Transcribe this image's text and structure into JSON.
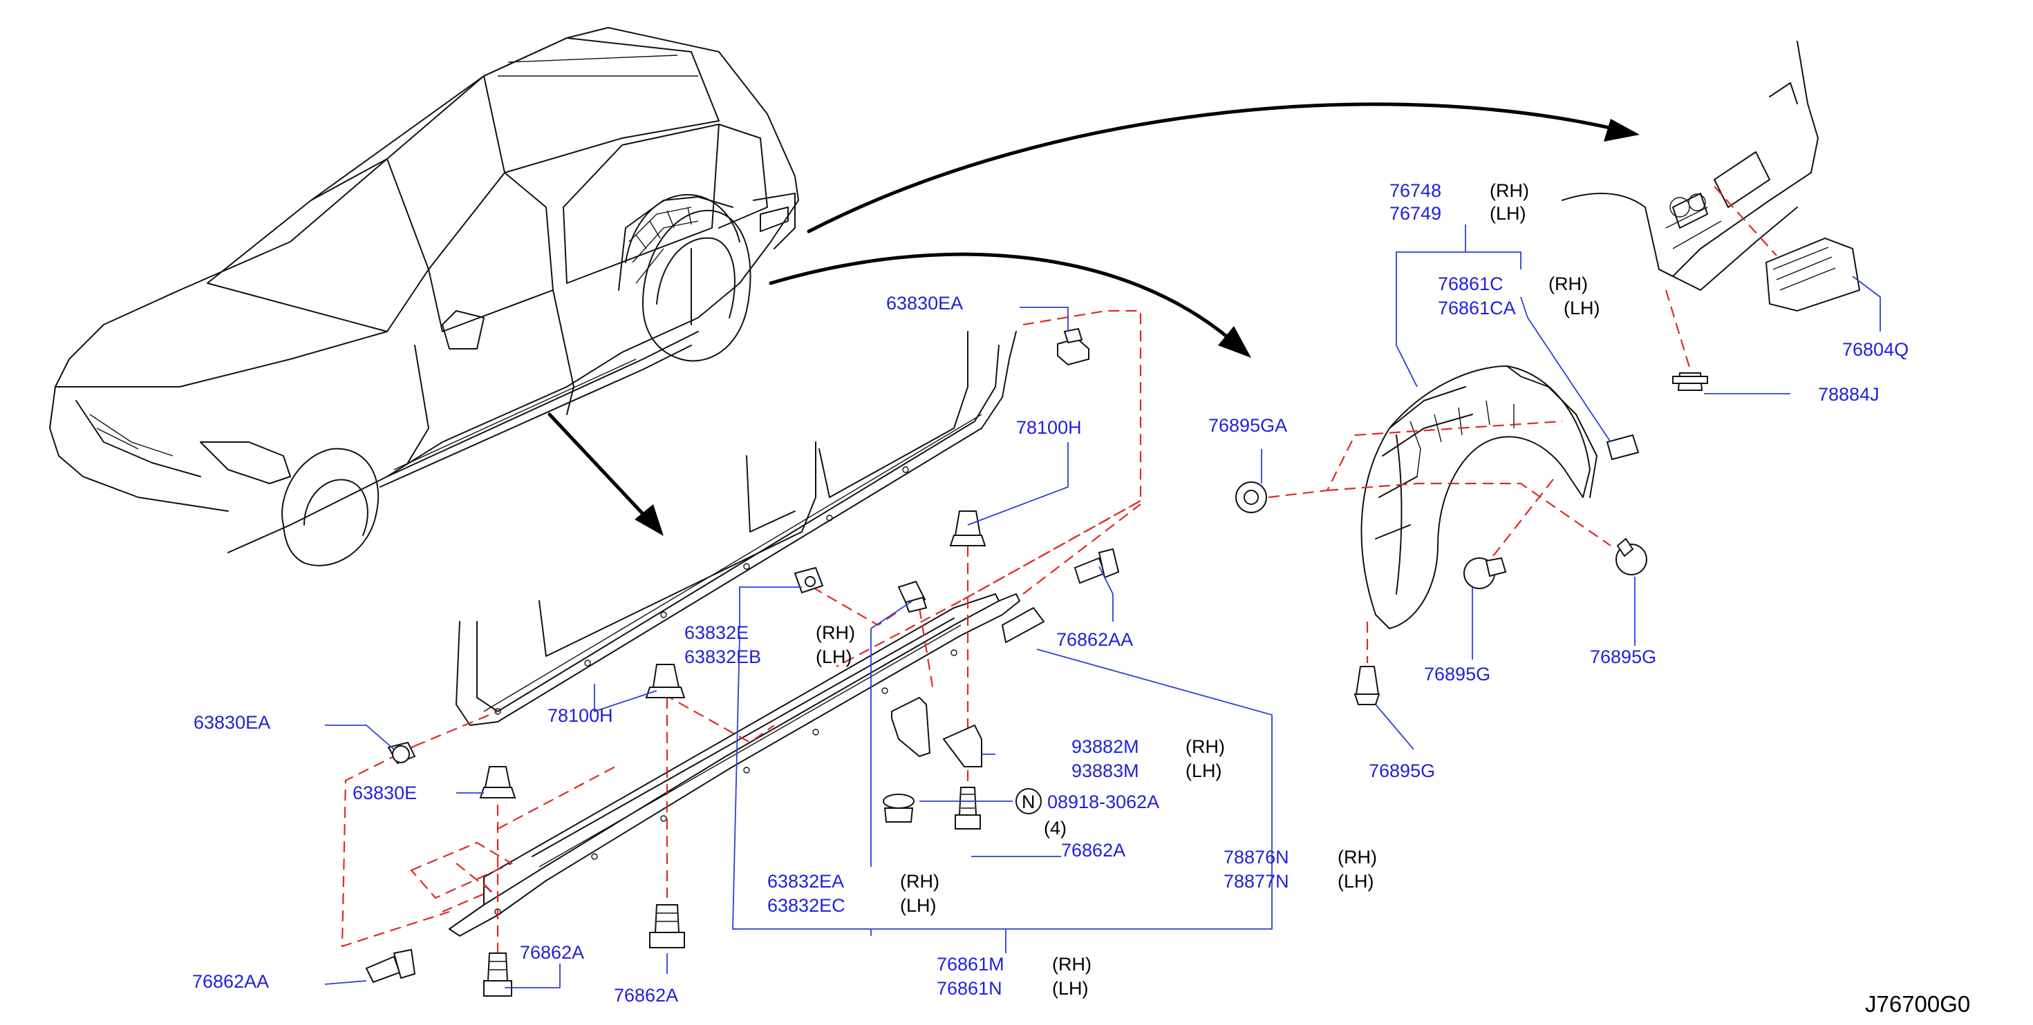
{
  "diagram_code": "J76700G0",
  "colors": {
    "label": "#1f1fdd",
    "leader": "#2d3fd6",
    "hidden_line": "#e02828",
    "ink": "#111111"
  },
  "labels": {
    "l_63830EA_top": "63830EA",
    "l_78100H_top": "78100H",
    "l_76862AA_mid": "76862AA",
    "l_63832E": "63832E",
    "l_63832EB": "63832EB",
    "l_rh_63832E": "(RH)",
    "l_lh_63832EB": "(LH)",
    "l_78100H_left": "78100H",
    "l_63830EA_left": "63830EA",
    "l_63830E": "63830E",
    "l_93882M": "93882M",
    "l_93883M": "93883M",
    "l_rh_93882M": "(RH)",
    "l_lh_93883M": "(LH)",
    "l_n_symbol": "N",
    "l_08918": "08918-3062A",
    "l_qty4": "(4)",
    "l_76862A_mid": "76862A",
    "l_63832EA": "63832EA",
    "l_63832EC": "63832EC",
    "l_rh_63832EA": "(RH)",
    "l_lh_63832EC": "(LH)",
    "l_78876N": "78876N",
    "l_78877N": "78877N",
    "l_rh_78876N": "(RH)",
    "l_lh_78877N": "(LH)",
    "l_76861M": "76861M",
    "l_76861N": "76861N",
    "l_rh_76861M": "(RH)",
    "l_lh_76861N": "(LH)",
    "l_76862AA_bottom": "76862AA",
    "l_76862A_bottom1": "76862A",
    "l_76862A_bottom2": "76862A",
    "l_76748": "76748",
    "l_76749": "76749",
    "l_rh_76748": "(RH)",
    "l_lh_76749": "(LH)",
    "l_76861C": "76861C",
    "l_76861CA": "76861CA",
    "l_rh_76861C": "(RH)",
    "l_lh_76861CA": "(LH)",
    "l_76895GA": "76895GA",
    "l_76895G_a": "76895G",
    "l_76895G_b": "76895G",
    "l_76895G_c": "76895G",
    "l_76804Q": "76804Q",
    "l_78884J": "78884J"
  }
}
